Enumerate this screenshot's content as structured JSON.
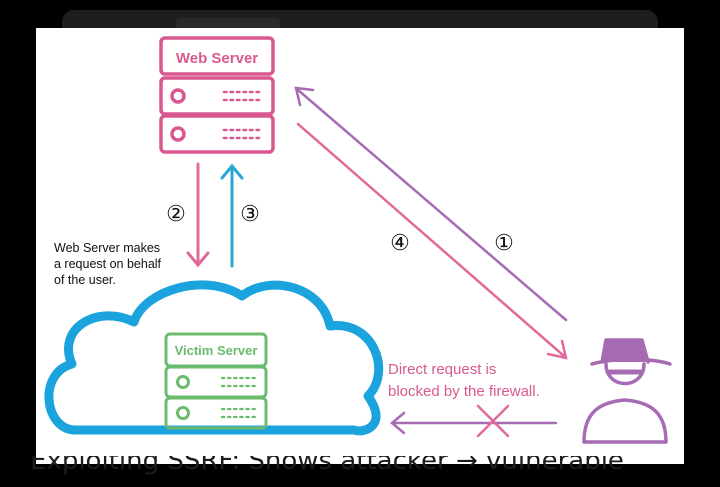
{
  "diagram": {
    "web_server_label": "Web Server",
    "victim_server_label": "Victim Server",
    "note_text_lines": [
      "Web Server makes",
      "a request on behalf",
      "of the user."
    ],
    "blocked_text_lines": [
      "Direct request is",
      "blocked by the firewall."
    ],
    "steps": {
      "step1": "①",
      "step2": "②",
      "step3": "③",
      "step4": "④"
    }
  },
  "caption": {
    "text": "Exploiting SSRF: Shows attacker → vulnerable"
  },
  "colors": {
    "web_server": "#d9588f",
    "victim_server": "#6bbb6e",
    "cloud": "#1aa3dd",
    "attacker": "#a66bb3",
    "request_arrow": "#e06a9a",
    "response_arrow": "#2aa5d4"
  }
}
